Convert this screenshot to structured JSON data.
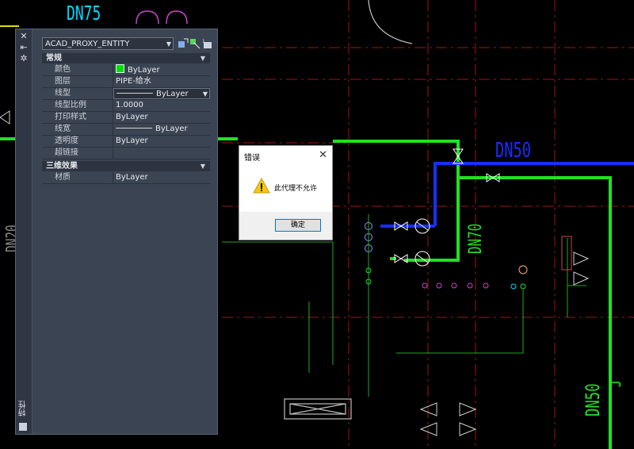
{
  "drawing": {
    "labels": {
      "dn75": "DN75",
      "dn50_top": "DN50",
      "dn70": "DN70",
      "dn20": "DN20",
      "dn50_bottom": "DN50",
      "j_mark": "J"
    },
    "colors": {
      "background": "#000000",
      "water_pipe": "#22e022",
      "blue_pipe": "#1a2eff",
      "grid_red": "#a01414",
      "cyan_label": "#00d8ff",
      "green_label": "#22e022"
    }
  },
  "palette": {
    "object_type": "ACAD_PROXY_ENTITY",
    "strip_title": "特性",
    "sections": [
      {
        "title": "常规",
        "rows": [
          {
            "key": "颜色",
            "value": "ByLayer"
          },
          {
            "key": "图层",
            "value": "PIPE-给水"
          },
          {
            "key": "线型",
            "value": "ByLayer"
          },
          {
            "key": "线型比例",
            "value": "1.0000"
          },
          {
            "key": "打印样式",
            "value": "ByLayer"
          },
          {
            "key": "线宽",
            "value": "ByLayer"
          },
          {
            "key": "透明度",
            "value": "ByLayer"
          },
          {
            "key": "超链接",
            "value": ""
          }
        ]
      },
      {
        "title": "三维效果",
        "rows": [
          {
            "key": "材质",
            "value": "ByLayer"
          }
        ]
      }
    ],
    "icons": [
      "close-icon",
      "pin-icon",
      "settings-icon",
      "quick-select-icon",
      "select-objects-icon",
      "toggle-pickadd-icon"
    ]
  },
  "dialog": {
    "title": "错误",
    "message": "此代理不允许",
    "ok_label": "确定",
    "icon": "warning-icon"
  }
}
